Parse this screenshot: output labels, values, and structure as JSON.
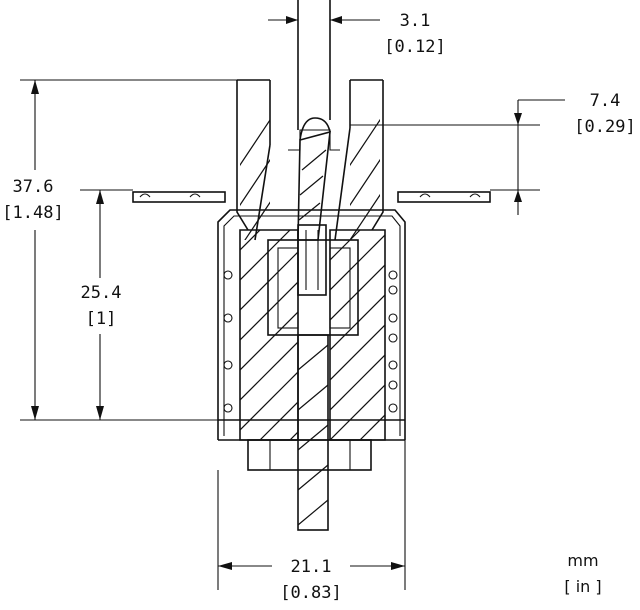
{
  "dimensions": {
    "pin_width": {
      "mm": "3.1",
      "in": "[0.12]"
    },
    "top_height": {
      "mm": "7.4",
      "in": "[0.29]"
    },
    "overall_height": {
      "mm": "37.6",
      "in": "[1.48]"
    },
    "body_height": {
      "mm": "25.4",
      "in": "[1]"
    },
    "body_width": {
      "mm": "21.1",
      "in": "[0.83]"
    }
  },
  "units": {
    "primary": "mm",
    "secondary": "[ in ]"
  }
}
